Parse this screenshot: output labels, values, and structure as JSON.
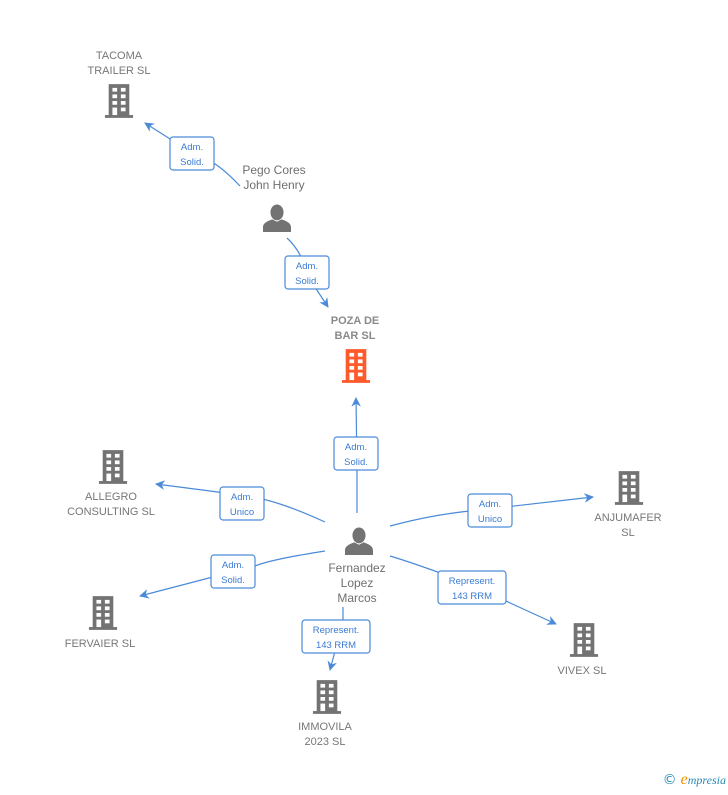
{
  "colors": {
    "company": "#737373",
    "center_company": "#ff5a2a",
    "person": "#737373",
    "edge": "#4a8ad8",
    "edge_text": "#3a7bd5"
  },
  "nodes": [
    {
      "id": "tacoma",
      "type": "company",
      "lines": [
        "TACOMA",
        "TRAILER  SL"
      ],
      "icon": "building-icon"
    },
    {
      "id": "pego",
      "type": "person",
      "lines": [
        "Pego Cores",
        "John Henry"
      ],
      "icon": "person-icon"
    },
    {
      "id": "poza",
      "type": "company",
      "center": true,
      "lines": [
        "POZA DE",
        "BAR  SL"
      ],
      "icon": "building-icon"
    },
    {
      "id": "fernandez",
      "type": "person",
      "lines": [
        "Fernandez",
        "Lopez",
        "Marcos"
      ],
      "icon": "person-icon"
    },
    {
      "id": "allegro",
      "type": "company",
      "lines": [
        "ALLEGRO",
        "CONSULTING SL"
      ],
      "icon": "building-icon"
    },
    {
      "id": "anjumafer",
      "type": "company",
      "lines": [
        "ANJUMAFER",
        "SL"
      ],
      "icon": "building-icon"
    },
    {
      "id": "fervaier",
      "type": "company",
      "lines": [
        "FERVAIER  SL"
      ],
      "icon": "building-icon"
    },
    {
      "id": "vivex",
      "type": "company",
      "lines": [
        "VIVEX SL"
      ],
      "icon": "building-icon"
    },
    {
      "id": "immovila",
      "type": "company",
      "lines": [
        "IMMOVILA",
        "2023  SL"
      ],
      "icon": "building-icon"
    }
  ],
  "edges": [
    {
      "from": "pego",
      "to": "tacoma",
      "label": [
        "Adm.",
        "Solid."
      ]
    },
    {
      "from": "pego",
      "to": "poza",
      "label": [
        "Adm.",
        "Solid."
      ]
    },
    {
      "from": "fernandez",
      "to": "poza",
      "label": [
        "Adm.",
        "Solid."
      ]
    },
    {
      "from": "fernandez",
      "to": "allegro",
      "label": [
        "Adm.",
        "Unico"
      ]
    },
    {
      "from": "fernandez",
      "to": "anjumafer",
      "label": [
        "Adm.",
        "Unico"
      ]
    },
    {
      "from": "fernandez",
      "to": "fervaier",
      "label": [
        "Adm.",
        "Solid."
      ]
    },
    {
      "from": "fernandez",
      "to": "vivex",
      "label": [
        "Represent.",
        "143 RRM"
      ]
    },
    {
      "from": "fernandez",
      "to": "immovila",
      "label": [
        "Represent.",
        "143 RRM"
      ]
    }
  ],
  "footer": {
    "copyright_symbol": "©",
    "brand_first": "e",
    "brand_rest": "mpresia"
  }
}
